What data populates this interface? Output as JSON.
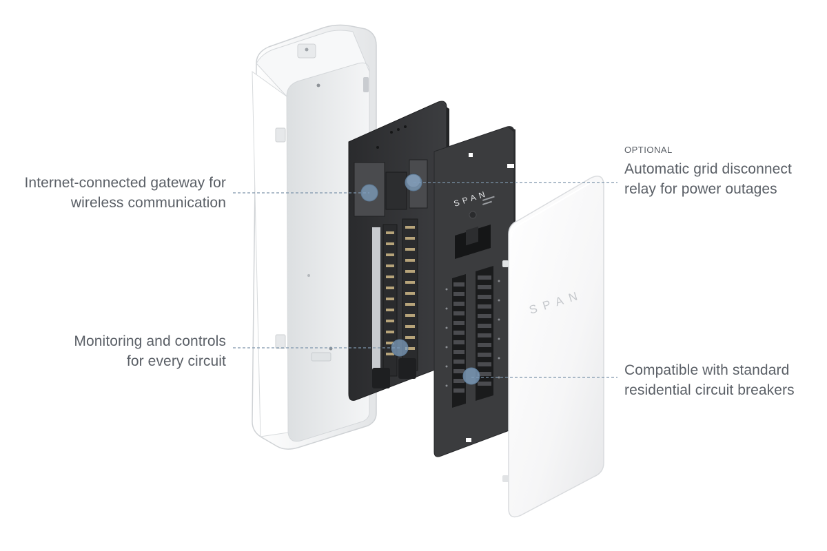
{
  "callouts": {
    "gateway": {
      "line1": "Internet-connected gateway for",
      "line2": "wireless communication"
    },
    "relay": {
      "tag": "OPTIONAL",
      "line1": "Automatic grid disconnect",
      "line2": "relay for power outages"
    },
    "monitor": {
      "line1": "Monitoring and controls",
      "line2": "for every circuit"
    },
    "breakers": {
      "line1": "Compatible with standard",
      "line2": "residential circuit breakers"
    }
  },
  "brand": {
    "panel_logo": "SPAN",
    "cover_logo": "SPAN"
  },
  "colors": {
    "text": "#5a5f66",
    "leader_line": "#7d95ab",
    "marker": "#7f9fbf",
    "enclosure": "#f2f3f4",
    "panel_dark": "#3b3c3e",
    "cover_glass": "#fafafa"
  },
  "icons": [
    "callout-marker-dot"
  ]
}
